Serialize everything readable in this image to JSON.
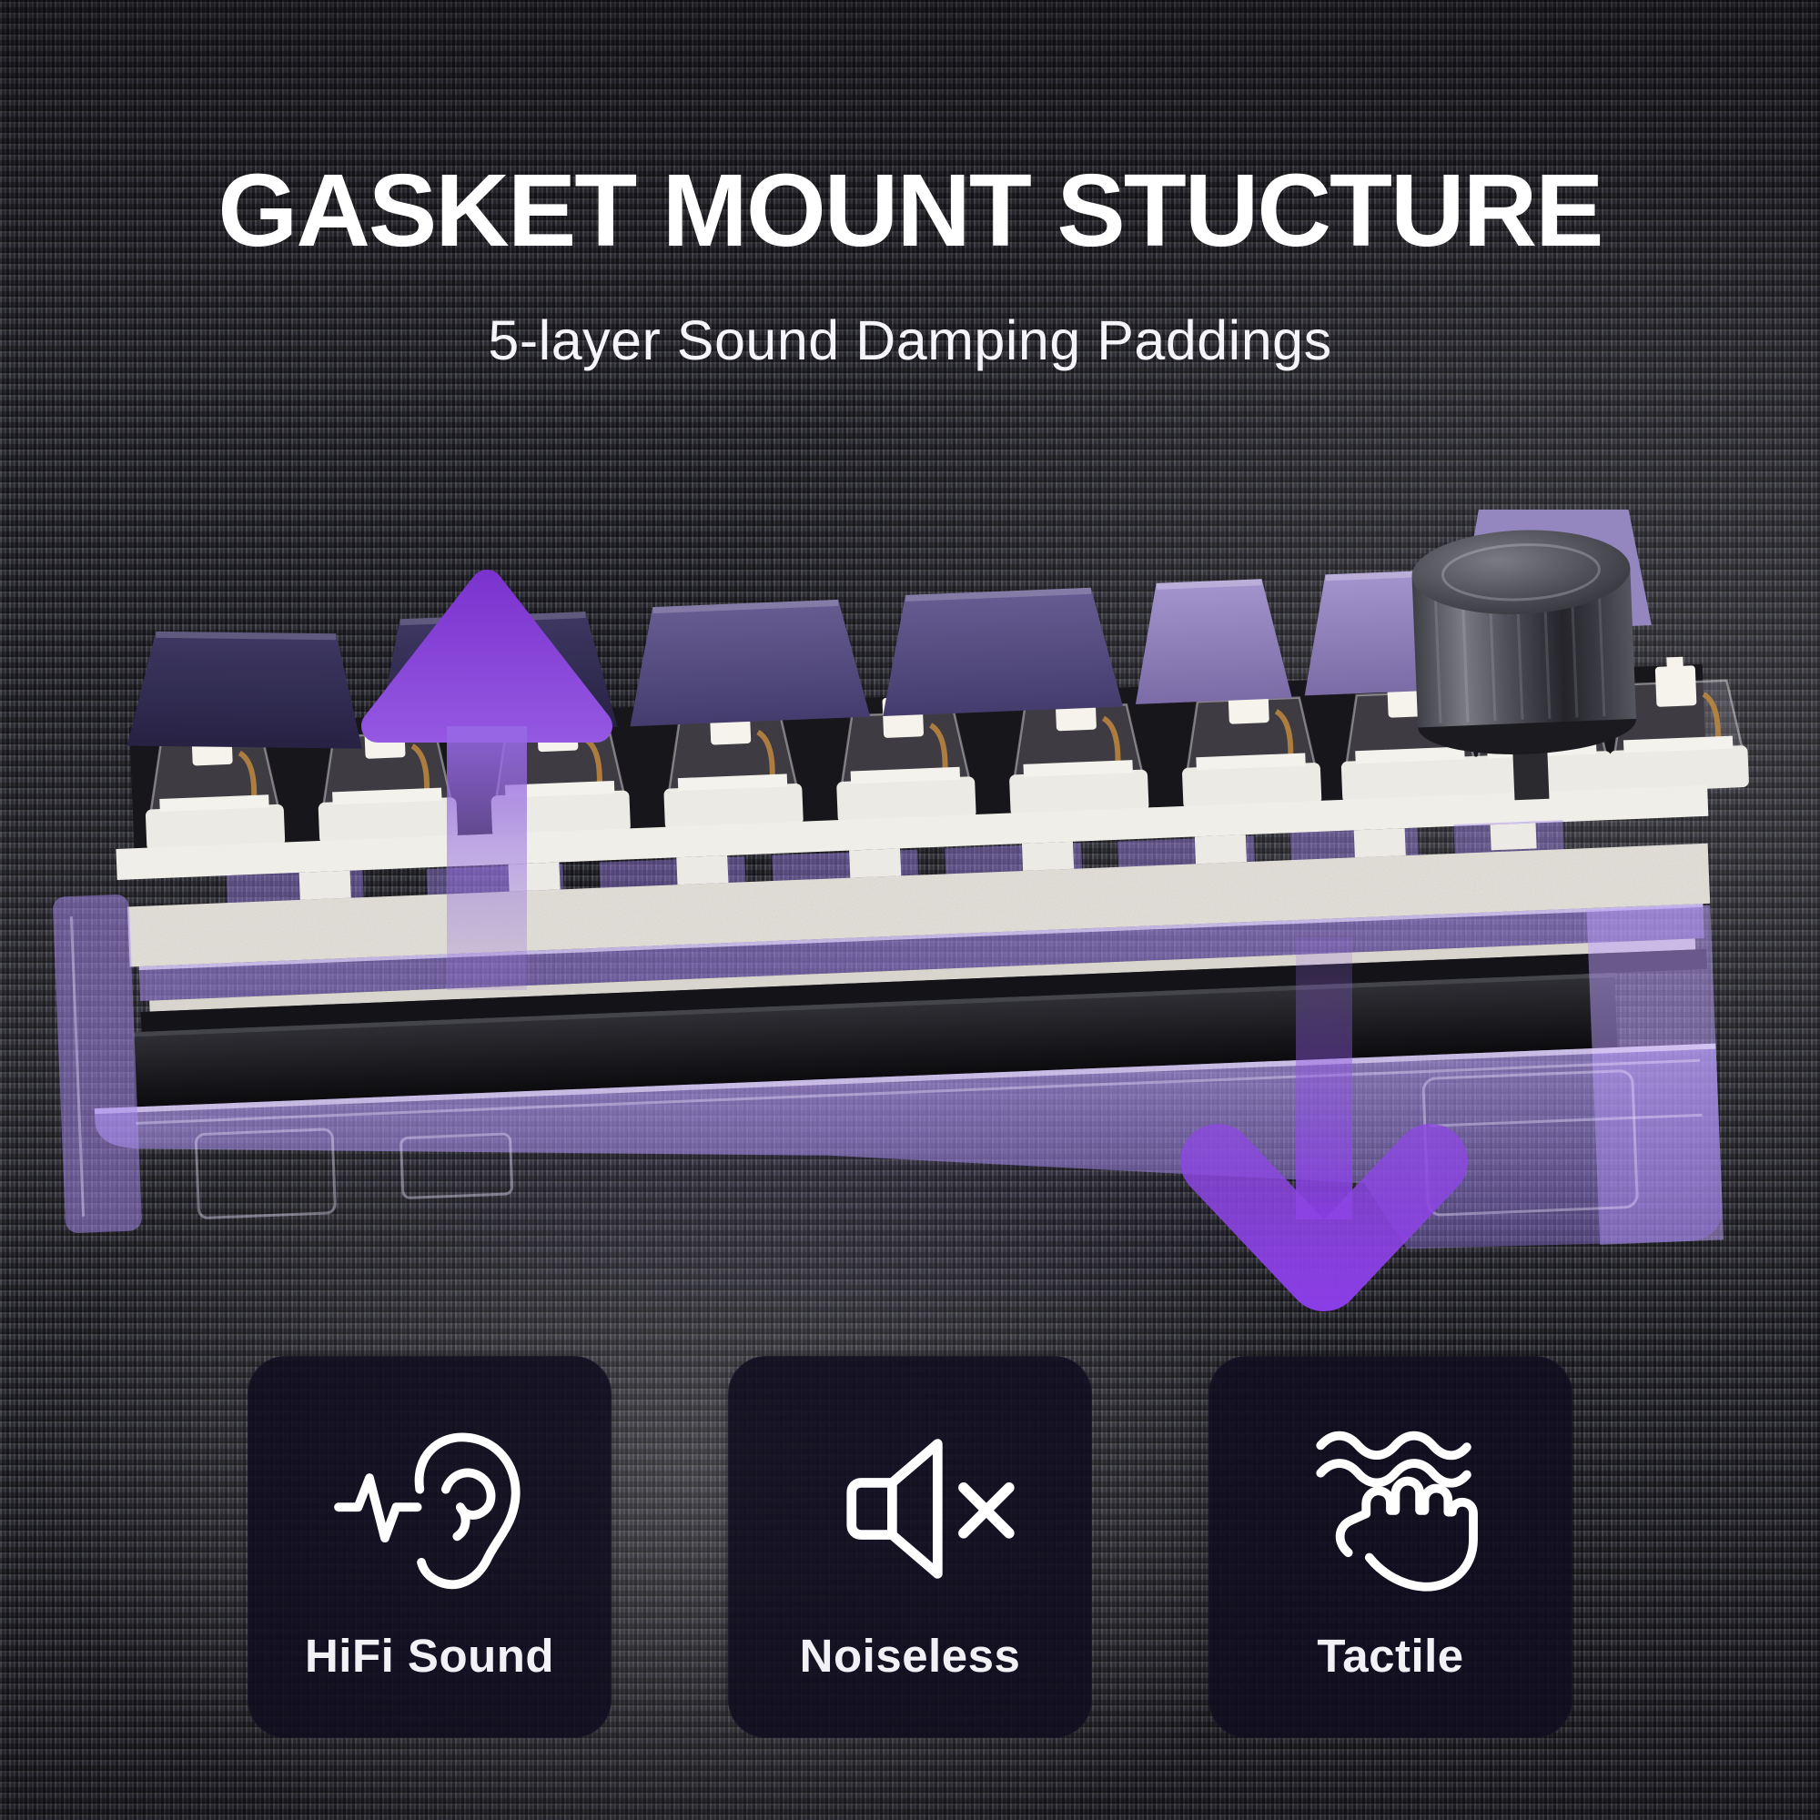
{
  "header": {
    "title": "GASKET MOUNT STUCTURE",
    "subtitle": "5-layer Sound Damping Paddings"
  },
  "hero": {
    "name": "keyboard-gasket-mount-cross-section",
    "up_arrow": "lift-up-arrow",
    "down_arrow": "damping-down-arrow",
    "knob": "volume-knob",
    "layers": [
      "keycaps",
      "switches",
      "plate",
      "sound-damping-foam",
      "pcb",
      "bottom-foam",
      "translucent-purple-case"
    ]
  },
  "features": [
    {
      "id": "hifi-sound",
      "icon": "ear-soundwave-icon",
      "label": "HiFi Sound"
    },
    {
      "id": "noiseless",
      "icon": "muted-speaker-icon",
      "label": "Noiseless"
    },
    {
      "id": "tactile",
      "icon": "hand-vibration-icon",
      "label": "Tactile"
    }
  ],
  "colors": {
    "background": "#2b2b32",
    "accent_purple": "#8a3fe0",
    "card_background": "rgba(16,13,31,0.87)",
    "text": "#ffffff",
    "keycap_dark": "#322c4e",
    "keycap_medium": "#5a5083",
    "keycap_light": "#8d7eb7",
    "case_purple": "#a78df0",
    "knob_gray": "#4a4a52"
  }
}
